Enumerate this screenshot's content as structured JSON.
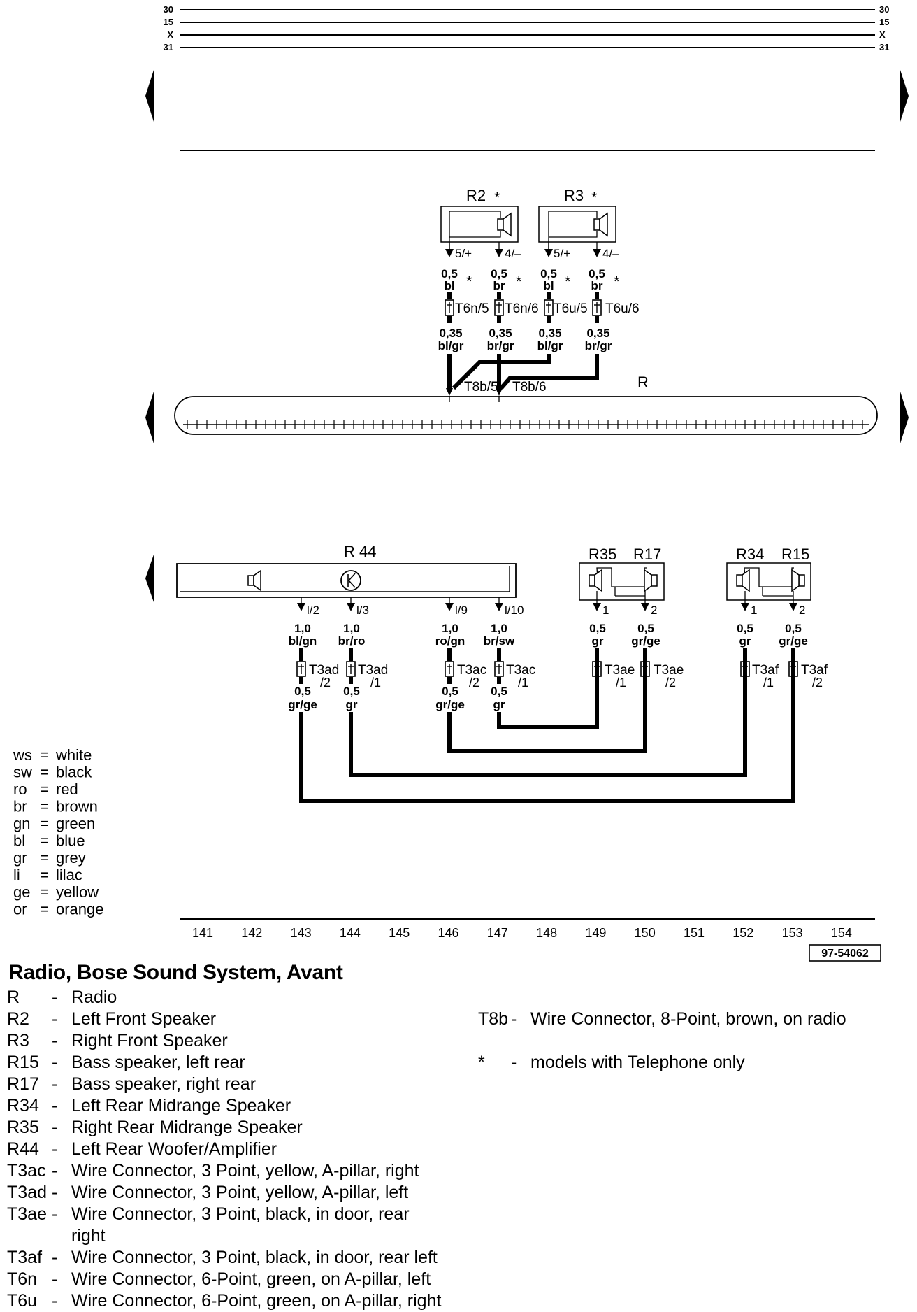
{
  "rails": [
    "30",
    "15",
    "X",
    "31"
  ],
  "components": {
    "R": "R",
    "R2": "R2",
    "R3": "R3",
    "R44": "R 44",
    "R35": "R35",
    "R17": "R17",
    "R34": "R34",
    "R15": "R15",
    "star": "*"
  },
  "top_pins": {
    "r2_p1": "5/+",
    "r2_p2": "4/–",
    "r3_p1": "5/+",
    "r3_p2": "4/–"
  },
  "top_wires": [
    {
      "gauge": "0,5",
      "color": "bl"
    },
    {
      "gauge": "0,5",
      "color": "br"
    },
    {
      "gauge": "0,5",
      "color": "bl"
    },
    {
      "gauge": "0,5",
      "color": "br"
    }
  ],
  "top_connectors": [
    "T6n/5",
    "T6n/6",
    "T6u/5",
    "T6u/6"
  ],
  "top_wires_lower": [
    {
      "gauge": "0,35",
      "color": "bl/gr"
    },
    {
      "gauge": "0,35",
      "color": "br/gr"
    },
    {
      "gauge": "0,35",
      "color": "bl/gr"
    },
    {
      "gauge": "0,35",
      "color": "br/gr"
    }
  ],
  "radio_pins": [
    "T8b/5",
    "T8b/6"
  ],
  "bottom_pins": [
    "l/2",
    "l/3",
    "l/9",
    "l/10",
    "1",
    "2",
    "1",
    "2"
  ],
  "bottom_wires": [
    {
      "gauge": "1,0",
      "color": "bl/gn"
    },
    {
      "gauge": "1,0",
      "color": "br/ro"
    },
    {
      "gauge": "1,0",
      "color": "ro/gn"
    },
    {
      "gauge": "1,0",
      "color": "br/sw"
    },
    {
      "gauge": "0,5",
      "color": "gr"
    },
    {
      "gauge": "0,5",
      "color": "gr/ge"
    },
    {
      "gauge": "0,5",
      "color": "gr"
    },
    {
      "gauge": "0,5",
      "color": "gr/ge"
    }
  ],
  "bottom_connectors": [
    {
      "name": "T3ad",
      "pin": "/2"
    },
    {
      "name": "T3ad",
      "pin": "/1"
    },
    {
      "name": "T3ac",
      "pin": "/2"
    },
    {
      "name": "T3ac",
      "pin": "/1"
    },
    {
      "name": "T3ae",
      "pin": "/1"
    },
    {
      "name": "T3ae",
      "pin": "/2"
    },
    {
      "name": "T3af",
      "pin": "/1"
    },
    {
      "name": "T3af",
      "pin": "/2"
    }
  ],
  "bottom_wires_lower": [
    {
      "gauge": "0,5",
      "color": "gr/ge"
    },
    {
      "gauge": "0,5",
      "color": "gr"
    },
    {
      "gauge": "0,5",
      "color": "gr/ge"
    },
    {
      "gauge": "0,5",
      "color": "gr"
    }
  ],
  "color_legend": [
    {
      "code": "ws",
      "eq": "=",
      "name": "white"
    },
    {
      "code": "sw",
      "eq": "=",
      "name": "black"
    },
    {
      "code": "ro",
      "eq": "=",
      "name": "red"
    },
    {
      "code": "br",
      "eq": "=",
      "name": "brown"
    },
    {
      "code": "gn",
      "eq": "=",
      "name": "green"
    },
    {
      "code": "bl",
      "eq": "=",
      "name": "blue"
    },
    {
      "code": "gr",
      "eq": "=",
      "name": "grey"
    },
    {
      "code": "li",
      "eq": "=",
      "name": "lilac"
    },
    {
      "code": "ge",
      "eq": "=",
      "name": "yellow"
    },
    {
      "code": "or",
      "eq": "=",
      "name": "orange"
    }
  ],
  "track_numbers": [
    "141",
    "142",
    "143",
    "144",
    "145",
    "146",
    "147",
    "148",
    "149",
    "150",
    "151",
    "152",
    "153",
    "154"
  ],
  "doc_id": "97-54062",
  "title": "Radio, Bose Sound System, Avant",
  "legend_left": [
    {
      "code": "R",
      "desc": "Radio"
    },
    {
      "code": "R2",
      "desc": "Left Front Speaker"
    },
    {
      "code": "R3",
      "desc": "Right Front Speaker"
    },
    {
      "code": "R15",
      "desc": "Bass speaker, left rear"
    },
    {
      "code": "R17",
      "desc": "Bass speaker, right rear"
    },
    {
      "code": "R34",
      "desc": "Left Rear Midrange Speaker"
    },
    {
      "code": "R35",
      "desc": "Right Rear Midrange Speaker"
    },
    {
      "code": "R44",
      "desc": "Left Rear Woofer/Amplifier"
    },
    {
      "code": "T3ac",
      "desc": "Wire Connector, 3 Point, yellow, A-pillar, right"
    },
    {
      "code": "T3ad",
      "desc": "Wire Connector, 3 Point, yellow, A-pillar, left"
    },
    {
      "code": "T3ae",
      "desc": "Wire Connector, 3 Point, black, in door, rear"
    },
    {
      "code": "",
      "desc": "right"
    },
    {
      "code": "T3af",
      "desc": "Wire Connector, 3 Point, black, in door, rear left"
    },
    {
      "code": "T6n",
      "desc": "Wire Connector, 6-Point, green, on A-pillar, left"
    },
    {
      "code": "T6u",
      "desc": "Wire Connector, 6-Point, green, on A-pillar, right"
    }
  ],
  "legend_right": [
    {
      "code": "T8b",
      "desc": "Wire Connector, 8-Point, brown, on radio"
    },
    {
      "code": "*",
      "desc": "models with Telephone only"
    }
  ],
  "dash": "-"
}
